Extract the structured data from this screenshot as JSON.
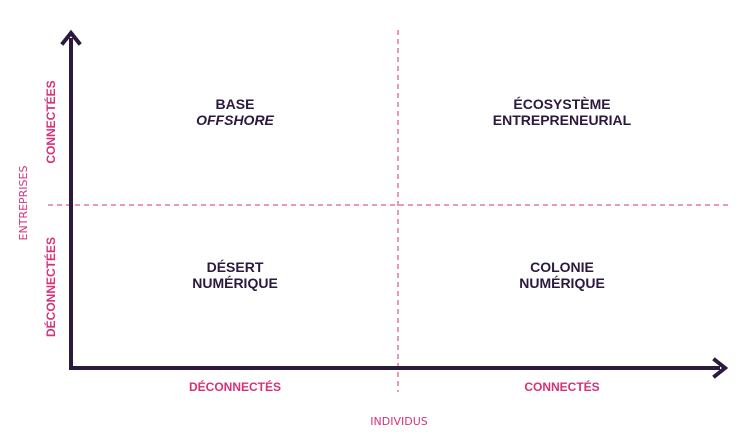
{
  "colors": {
    "axis": "#2a1a3d",
    "accent": "#d6317a",
    "text": "#2a1a3d"
  },
  "axes": {
    "x_title": "INDIVIDUS",
    "y_title": "ENTREPRISES",
    "x_low": "DÉCONNECTÉS",
    "x_high": "CONNECTÉS",
    "y_low": "DÉCONNECTÉES",
    "y_high": "CONNECTÉES"
  },
  "quadrants": {
    "top_left": {
      "line1": "BASE",
      "line2": "OFFSHORE"
    },
    "top_right": {
      "line1": "ÉCOSYSTÈME",
      "line2": "ENTREPRENEURIAL"
    },
    "bottom_left": {
      "line1": "DÉSERT",
      "line2": "NUMÉRIQUE"
    },
    "bottom_right": {
      "line1": "COLONIE",
      "line2": "NUMÉRIQUE"
    }
  }
}
